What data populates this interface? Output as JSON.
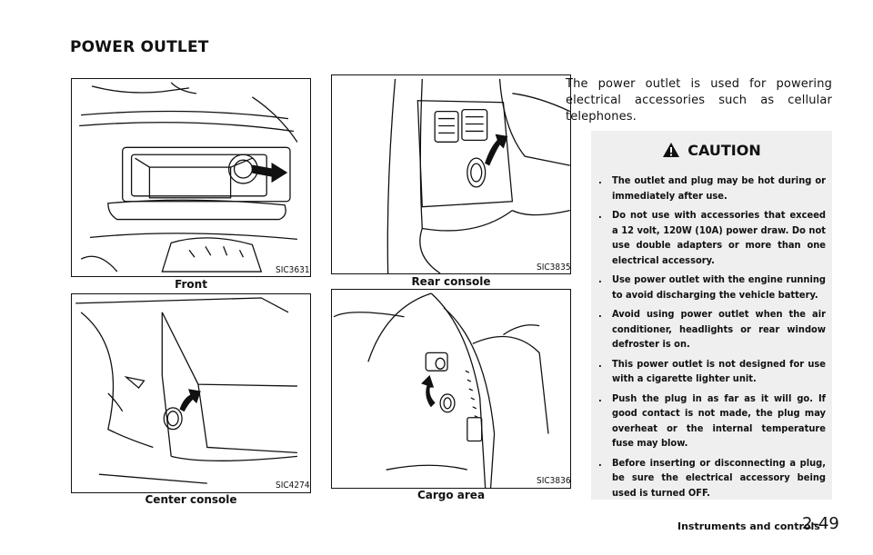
{
  "section_title": "POWER OUTLET",
  "figures": [
    {
      "code": "SIC3631",
      "caption": "Front"
    },
    {
      "code": "SIC3835",
      "caption": "Rear console"
    },
    {
      "code": "SIC4274",
      "caption": "Center console"
    },
    {
      "code": "SIC3836",
      "caption": "Cargo area"
    }
  ],
  "intro": "The power outlet is used for powering electrical accessories such as cellular telephones.",
  "caution": {
    "title": "CAUTION",
    "items": [
      "The outlet and plug may be hot during or immediately after use.",
      "Do not use with accessories that exceed a 12 volt, 120W (10A) power draw. Do not use double adapters or more than one electrical accessory.",
      "Use power outlet with the engine running to avoid discharging the vehicle battery.",
      "Avoid using power outlet when the air conditioner, headlights or rear window defroster is on.",
      "This power outlet is not designed for use with a cigarette lighter unit.",
      "Push the plug in as far as it will go. If good contact is not made, the plug may overheat or the internal temperature fuse may blow.",
      "Before inserting or disconnecting a plug, be sure the electrical accessory being used is turned OFF."
    ]
  },
  "footer": {
    "section": "Instruments and controls",
    "page": "2-49"
  }
}
